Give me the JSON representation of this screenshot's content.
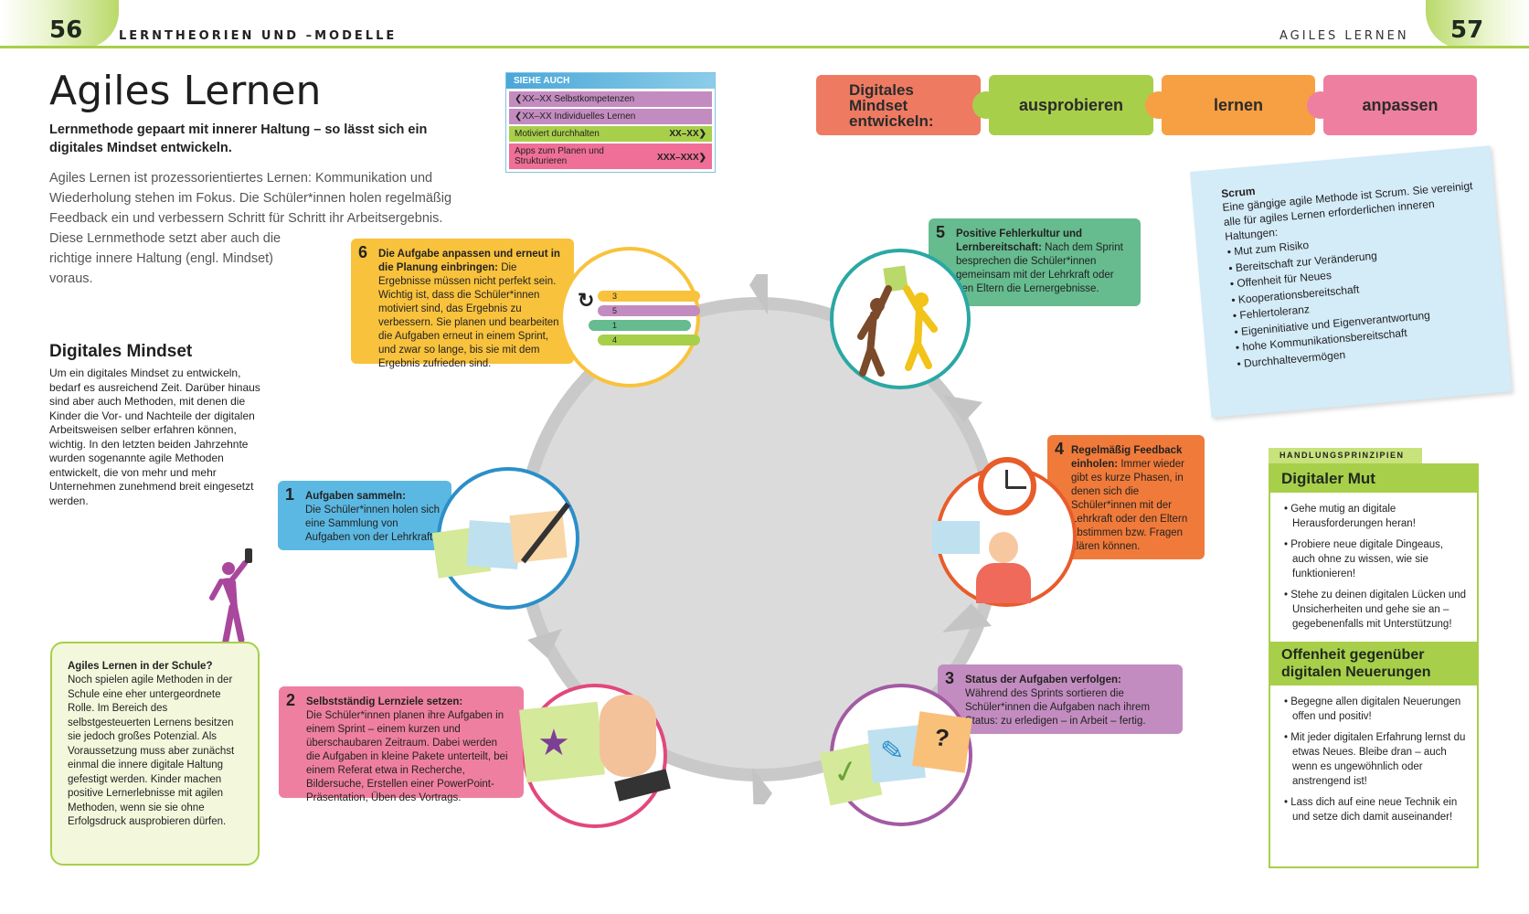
{
  "header": {
    "left_page": "56",
    "left_title": "LERNTHEORIEN UND –MODELLE",
    "right_title": "AGILES LERNEN",
    "right_page": "57"
  },
  "title": "Agiles Lernen",
  "subtitle": "Lernmethode gepaart mit innerer Haltung – so lässt sich ein digitales Mindset entwickeln.",
  "intro": "Agiles Lernen ist prozessorientiertes Lernen: Kommunikation und Wiederholung stehen im Fokus. Die Schüler*innen holen regelmäßig Feedback ein und verbessern Schritt für Schritt ihr Arbeitsergebnis.",
  "intro2": "Diese Lernmethode setzt aber auch die richtige innere Haltung (engl. Mindset) voraus.",
  "mindset": {
    "heading": "Digitales Mindset",
    "text": "Um ein digitales Mindset zu entwickeln, bedarf es ausreichend Zeit. Darüber hinaus sind aber auch Methoden, mit denen die Kinder die Vor- und Nachteile der digitalen Arbeitsweisen selber erfahren können, wichtig. In den letzten beiden Jahrzehnte wurden sogenannte agile Methoden entwickelt, die von mehr und mehr Unternehmen zunehmend breit eingesetzt werden."
  },
  "school_box": {
    "heading": "Agiles Lernen in der Schule?",
    "text": "Noch spielen agile Methoden in der Schule eine eher untergeordnete Rolle. Im Bereich des selbstgesteuerten Lernens besitzen sie jedoch großes Potenzial. Als Voraussetzung muss aber zunächst einmal die innere digitale Haltung gefestigt werden. Kinder machen positive Lernerlebnisse mit agilen Methoden, wenn sie sie ohne Erfolgsdruck ausprobieren dürfen."
  },
  "siehe_auch": {
    "label": "SIEHE AUCH",
    "rows": [
      {
        "text": "❮XX–XX Selbstkompetenzen",
        "ref": "",
        "color": "#c38cc0"
      },
      {
        "text": "❮XX–XX Individuelles Lernen",
        "ref": "",
        "color": "#c38cc0"
      },
      {
        "text": "Motiviert durchhalten",
        "ref": "XX–XX❯",
        "color": "#a8cf4a"
      },
      {
        "text": "Apps zum Planen und Strukturieren",
        "ref": "XXX–XXX❯",
        "color": "#ef6f98"
      }
    ]
  },
  "puzzle": [
    {
      "label": "Digitales Mindset entwickeln:",
      "color": "#ef7a62"
    },
    {
      "label": "ausprobieren",
      "color": "#a8cf4a"
    },
    {
      "label": "lernen",
      "color": "#f7a043"
    },
    {
      "label": "anpassen",
      "color": "#ef7fa0"
    }
  ],
  "scrum": {
    "title": "Scrum",
    "intro": "Eine gängige agile Methode ist Scrum. Sie vereinigt alle für agiles Lernen erforderlichen inneren Haltungen:",
    "items": [
      "Mut zum Risiko",
      "Bereitschaft zur Veränderung",
      "Offenheit für Neues",
      "Kooperationsbereitschaft",
      "Fehlertoleranz",
      "Eigeninitiative und Eigenverantwortung",
      "hohe Kommunikationsbereitschaft",
      "Durchhaltevermögen"
    ]
  },
  "steps": [
    {
      "num": "1",
      "title": "Aufgaben sammeln:",
      "text": "Die Schüler*innen holen sich eine Sammlung von Aufgaben von der Lehrkraft.",
      "color": "#5bb8e2"
    },
    {
      "num": "2",
      "title": "Selbstständig Lernziele setzen:",
      "text": "Die Schüler*innen planen ihre Aufgaben in einem Sprint – einem kurzen und überschaubaren Zeitraum. Dabei werden die Aufgaben in kleine Pakete unterteilt, bei einem Referat etwa in Recherche, Bildersuche, Erstellen einer PowerPoint-Präsentation, Üben des Vortrags.",
      "color": "#ef7fa0"
    },
    {
      "num": "3",
      "title": "Status der Aufgaben verfolgen:",
      "text": "Während des Sprints sortieren die Schüler*innen die Aufgaben nach ihrem Status: zu erledigen – in Arbeit – fertig.",
      "color": "#c38cc0"
    },
    {
      "num": "4",
      "title": "Regelmäßig Feedback einholen:",
      "text": "Immer wieder gibt es kurze Phasen, in denen sich die Schüler*innen mit der Lehrkraft oder den Eltern abstimmen bzw. Fragen klären können.",
      "color": "#f07a3a"
    },
    {
      "num": "5",
      "title": "Positive Fehlerkultur und Lernbereitschaft:",
      "text": "Nach dem Sprint besprechen die Schüler*innen gemeinsam mit der Lehrkraft oder den Eltern die Lernergebnisse.",
      "color": "#66bb8f"
    },
    {
      "num": "6",
      "title": "Die Aufgabe anpassen und erneut in die Planung einbringen:",
      "text": "Die Ergebnisse müssen nicht perfekt sein. Wichtig ist, dass die Schüler*innen motiviert sind, das Ergebnis zu verbessern. Sie planen und bearbeiten die Aufgaben erneut in einem Sprint, und zwar so lange, bis sie mit dem Ergebnis zufrieden sind.",
      "color": "#f9c23c"
    }
  ],
  "bars6": [
    "3",
    "5",
    "1",
    "4"
  ],
  "principles": {
    "label": "HANDLUNGSPRINZIPIEN",
    "sections": [
      {
        "title": "Digitaler Mut",
        "items": [
          "Gehe mutig an digitale Herausforderungen heran!",
          "Probiere neue digitale Dingeaus, auch ohne zu wissen, wie sie funktionieren!",
          "Stehe zu deinen digitalen Lücken und Unsicherheiten und gehe sie an – gegebenenfalls mit Unterstützung!"
        ]
      },
      {
        "title": "Offenheit gegenüber digitalen Neuerungen",
        "items": [
          "Begegne allen digitalen Neuerungen offen und positiv!",
          "Mit jeder digitalen Erfahrung lernst du etwas Neues. Bleibe dran – auch wenn es ungewöhnlich oder anstrengend ist!",
          "Lass dich auf eine neue Technik ein und setze dich damit auseinander!"
        ]
      }
    ]
  }
}
